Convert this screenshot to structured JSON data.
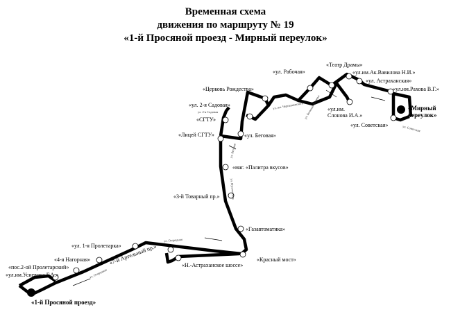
{
  "title": {
    "line1": "Временная схема",
    "line2": "движения по маршруту № 19",
    "line3": "«1-й Просяной проезд - Мирный переулок»"
  },
  "stops": {
    "start": "«1-й Просяной проезд»",
    "usievicha": "«ул.им.Усиевича Г.А.»",
    "pos2": "«пос.2-ой Пролетарский»",
    "nagornaya": "«4-я Нагорная»",
    "proletarka": "«ул. 1-я Пролетарка»",
    "artelny": "«7-й Артельный пр.»",
    "n_astrakh": "«Н.-Астраханское шоссе»",
    "krasny": "«Красный мост»",
    "gazavto": "«Газавтоматика»",
    "tovarny": "«3-й Товарный пр.»",
    "palitra": "«маг. «Палитра вкусов»",
    "begovaya": "«ул. Беговая»",
    "licey": "«Лицей СГТУ»",
    "sgtu": "«СГТУ»",
    "sadovaya": "«ул. 2-я Садовая»",
    "church": "«Церковь Рождества»",
    "rabochaya": "«ул. Рабочая»",
    "teatr": "«Театр Драмы»",
    "slonova1": "«ул.им.",
    "slonova2": "Слонова И.А.»",
    "vavilova": "«ул.им.Ак.Вавилова Н.И.»",
    "astrakh": "«ул. Астраханская»",
    "rakhova": "«ул.им.Рахова В.Г.»",
    "sovetskaya": "«ул. Советская»",
    "end1": "«Мирный",
    "end2": "переулок»"
  },
  "streets": {
    "ogorodnaya1": "ул. Огородная",
    "ogorodnaya2": "ул. Огородная",
    "sadovaya2": "ул. 2-я Садовая",
    "begovaya": "ул. Беговая",
    "pugachevskaya": "ул. Пугачевская",
    "sovetskaya": "ул. Советская",
    "chernyshevsky": "ул. им. Чернышевского",
    "bolshaya_kazachya": "ул. Большая Казачья"
  }
}
